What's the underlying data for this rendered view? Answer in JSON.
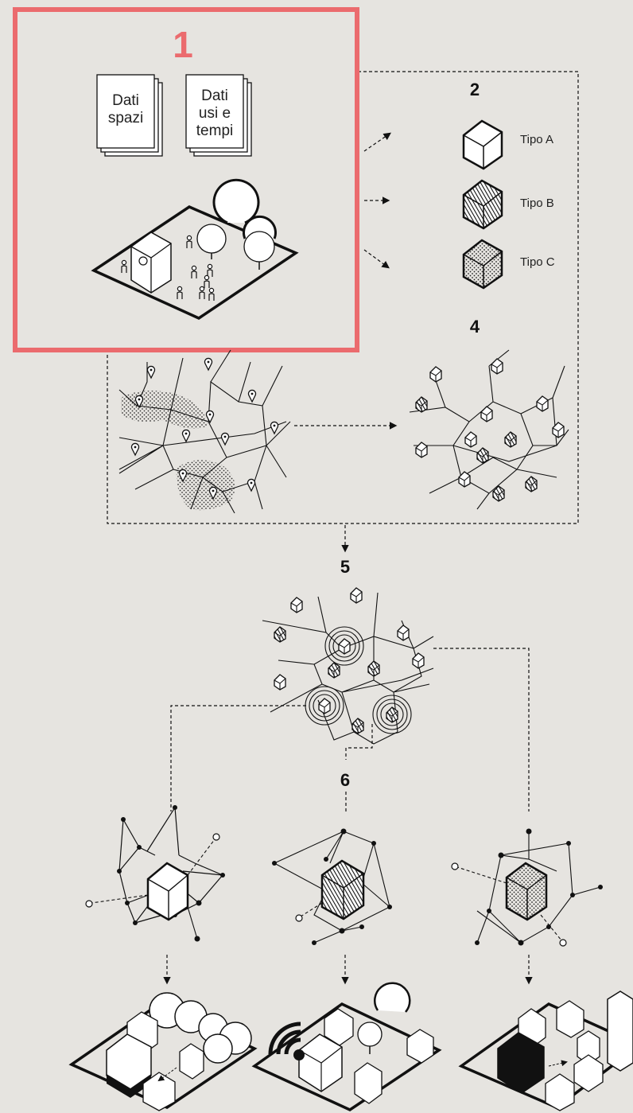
{
  "steps": {
    "s1": "1",
    "s2": "2",
    "s4": "4",
    "s5": "5",
    "s6": "6"
  },
  "documents": {
    "doc1": [
      "Dati",
      "spazi"
    ],
    "doc2": [
      "Dati",
      "usi e",
      "tempi"
    ]
  },
  "types": {
    "a": "Tipo A",
    "b": "Tipo B",
    "c": "Tipo C"
  },
  "colors": {
    "highlight_frame": "#eb6b6e",
    "background": "#e6e4e0",
    "ink": "#111111"
  }
}
